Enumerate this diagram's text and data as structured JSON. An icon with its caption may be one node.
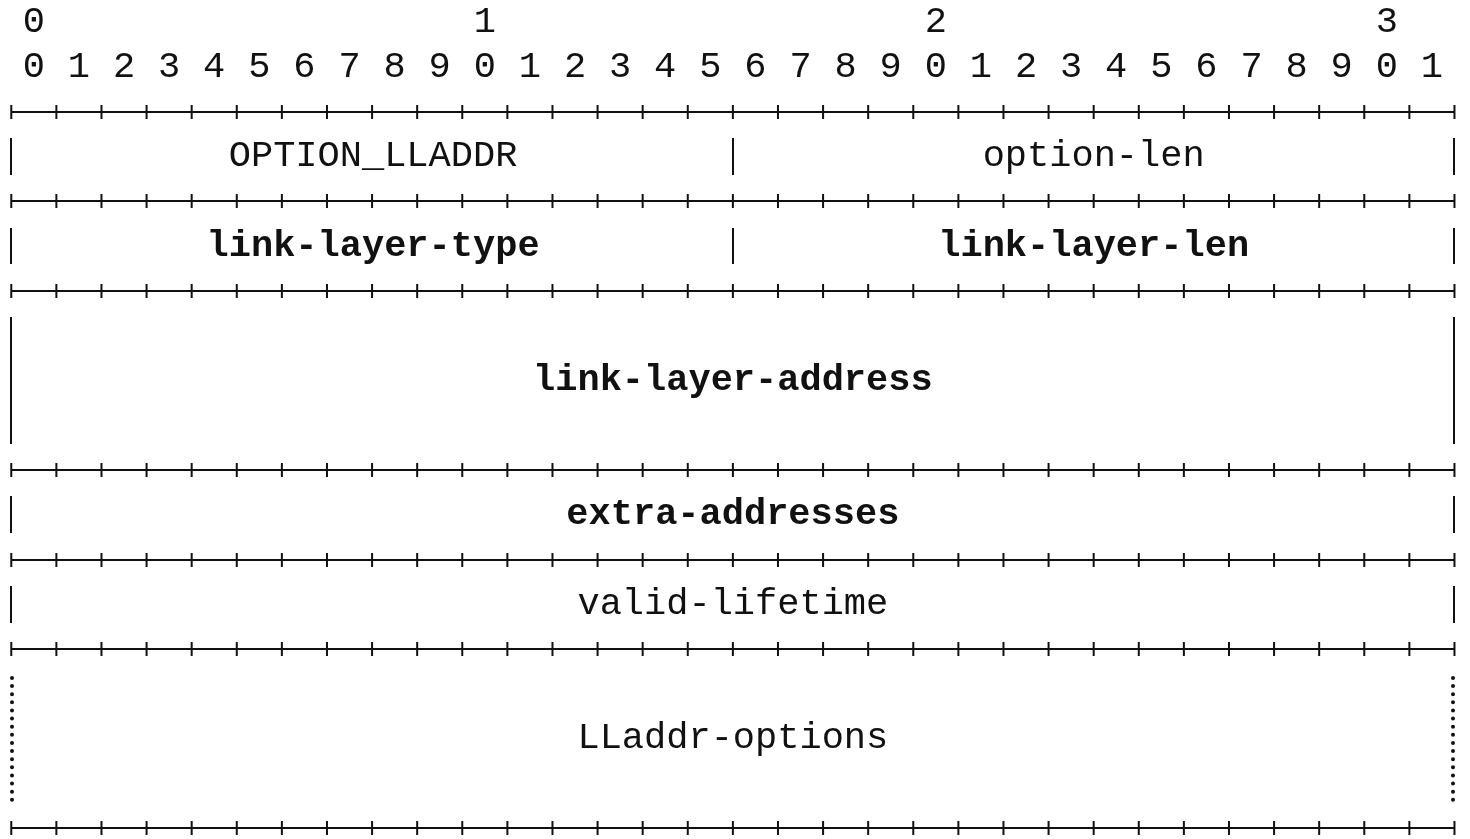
{
  "diagram": {
    "nodes": [
      {
        "text": [
          "OPTION_LLADDR"
        ]
      },
      {
        "text": [
          "option-len"
        ]
      },
      {
        "text": [
          "link-layer-type"
        ]
      },
      {
        "text": [
          "link-layer-len"
        ]
      },
      {
        "text": [
          "link-layer-address"
        ]
      },
      {
        "text": [
          "extra-addresses"
        ]
      },
      {
        "text": [
          "valid-lifetime"
        ]
      },
      {
        "text": [
          "LLaddr-options"
        ]
      }
    ],
    "labels": [
      "0",
      "1",
      "2",
      "3",
      "0",
      "1",
      "2",
      "3",
      "4",
      "5",
      "6",
      "7",
      "8",
      "9",
      "0",
      "1",
      "2",
      "3",
      "4",
      "5",
      "6",
      "7",
      "8",
      "9",
      "0",
      "1",
      "2",
      "3",
      "4",
      "5",
      "6",
      "7",
      "8",
      "9",
      "0",
      "1"
    ]
  }
}
